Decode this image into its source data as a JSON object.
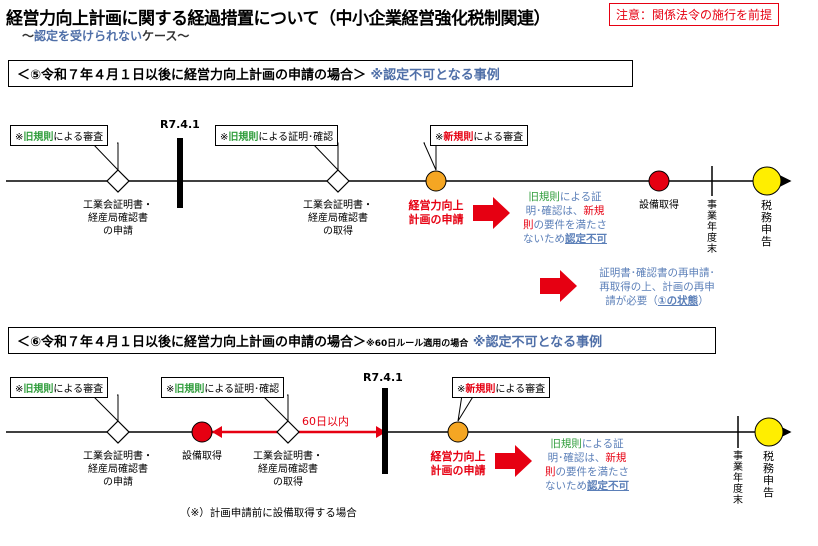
{
  "header": {
    "title": "経営力向上計画に関する経過措置について（中小企業経営強化税制関連）",
    "subtitle_prefix": "～",
    "subtitle_blue": "認定を受けられない",
    "subtitle_suffix": "ケース～",
    "notice": "注意：関係法令の施行を前提"
  },
  "case5": {
    "heading": "＜⑤令和７年４月１日以後に経営力向上計画の申請の場合＞",
    "heading_blue": "※認定不可となる事例",
    "callout_old_review": {
      "prefix": "※",
      "green": "旧規則",
      "suffix": "による審査"
    },
    "callout_old_cert": {
      "prefix": "※",
      "green": "旧規則",
      "suffix": "による証明･確認"
    },
    "callout_new_review": {
      "prefix": "※",
      "red": "新規則",
      "suffix": "による審査"
    },
    "date_label": "R7.4.1",
    "apply_label": [
      "工業会証明書・",
      "経産局確認書",
      "の申請"
    ],
    "obtain_label": [
      "工業会証明書・",
      "経産局確認書",
      "の取得"
    ],
    "plan_label": [
      "経営力向上",
      "計画の申請"
    ],
    "result": {
      "green1": "旧規則",
      "t1": "による証",
      "t2": "明･確認は、",
      "red1": "新規",
      "red2": "則",
      "t3": "の要件を満たさ",
      "t4": "ないため",
      "ng": "認定不可"
    },
    "equipment_label": "設備取得",
    "fiscal_end": "事業年度末",
    "tax_return": "税務申告",
    "reapply": {
      "l1": "証明書･確認書の再申請･",
      "l2": "再取得の上、計画の再申",
      "l3": "請が必要（",
      "state": "①の状態",
      "l3b": "）"
    }
  },
  "case6": {
    "heading": "＜⑥令和７年４月１日以後に経営力向上計画の申請の場合＞",
    "heading_small": "※60日ルール適用の場合",
    "heading_blue": "※認定不可となる事例",
    "callout_old_review": {
      "prefix": "※",
      "green": "旧規則",
      "suffix": "による審査"
    },
    "callout_old_cert": {
      "prefix": "※",
      "green": "旧規則",
      "suffix": "による証明･確認"
    },
    "callout_new_review": {
      "prefix": "※",
      "red": "新規則",
      "suffix": "による審査"
    },
    "date_label": "R7.4.1",
    "sixty_days": "60日以内",
    "apply_label": [
      "工業会証明書・",
      "経産局確認書",
      "の申請"
    ],
    "equipment_label": "設備取得",
    "obtain_label": [
      "工業会証明書・",
      "経産局確認書",
      "の取得"
    ],
    "plan_label": [
      "経営力向上",
      "計画の申請"
    ],
    "result": {
      "green1": "旧規則",
      "t1": "による証",
      "t2": "明･確認は、",
      "red1": "新規",
      "red2": "則",
      "t3": "の要件を満たさ",
      "t4": "ないため",
      "ng": "認定不可"
    },
    "fiscal_end": "事業年度末",
    "tax_return": "税務申告",
    "note": "（※）計画申請前に設備取得する場合"
  },
  "colors": {
    "timeline": "#000000",
    "orange": "#f5a623",
    "red": "#e60012",
    "yellow": "#ffee00",
    "green": "#2e9c3a",
    "blue": "#5b7fb8"
  }
}
